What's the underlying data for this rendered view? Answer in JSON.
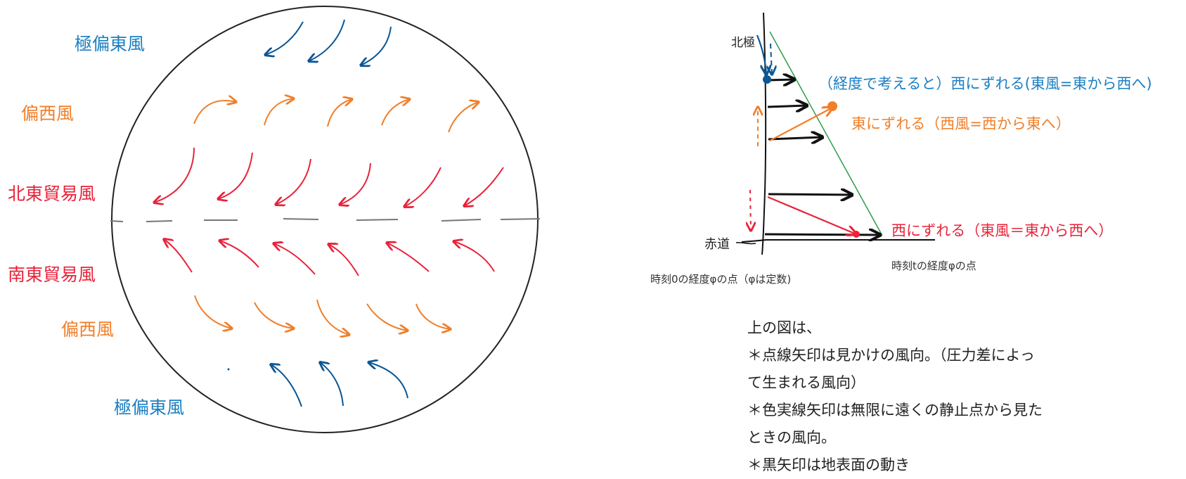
{
  "colors": {
    "polar": "#1a7fc1",
    "polar_arrow": "#0b5694",
    "westerly": "#f07f2a",
    "trade": "#e8233a",
    "ground_motion": "#111111",
    "meridian": "#2e9b4a",
    "equator_line": "#777777"
  },
  "globe": {
    "labels": {
      "north_polar_easterlies": "極偏東風",
      "north_westerlies": "偏西風",
      "ne_trades": "北東貿易風",
      "se_trades": "南東貿易風",
      "south_westerlies": "偏西風",
      "south_polar_easterlies": "極偏東風"
    }
  },
  "coriolis_diagram": {
    "north_pole_label": "北極",
    "equator_label": "赤道",
    "west_shift_top": "（経度で考えると）西にずれる(東風=東から西へ)",
    "east_shift": "東にずれる（西風=西から東へ）",
    "west_shift_bottom": "西にずれる（東風＝東から西へ）",
    "point_time0": "時刻0の経度φの点（φは定数)",
    "point_time_t": "時刻tの経度φの点"
  },
  "notes": {
    "line1": "上の図は、",
    "line2": "＊点線矢印は見かけの風向。（圧力差によっ",
    "line3": "て生まれる風向）",
    "line4": "＊色実線矢印は無限に遠くの静止点から見た",
    "line5": "ときの風向。",
    "line6": "＊黒矢印は地表面の動き"
  }
}
